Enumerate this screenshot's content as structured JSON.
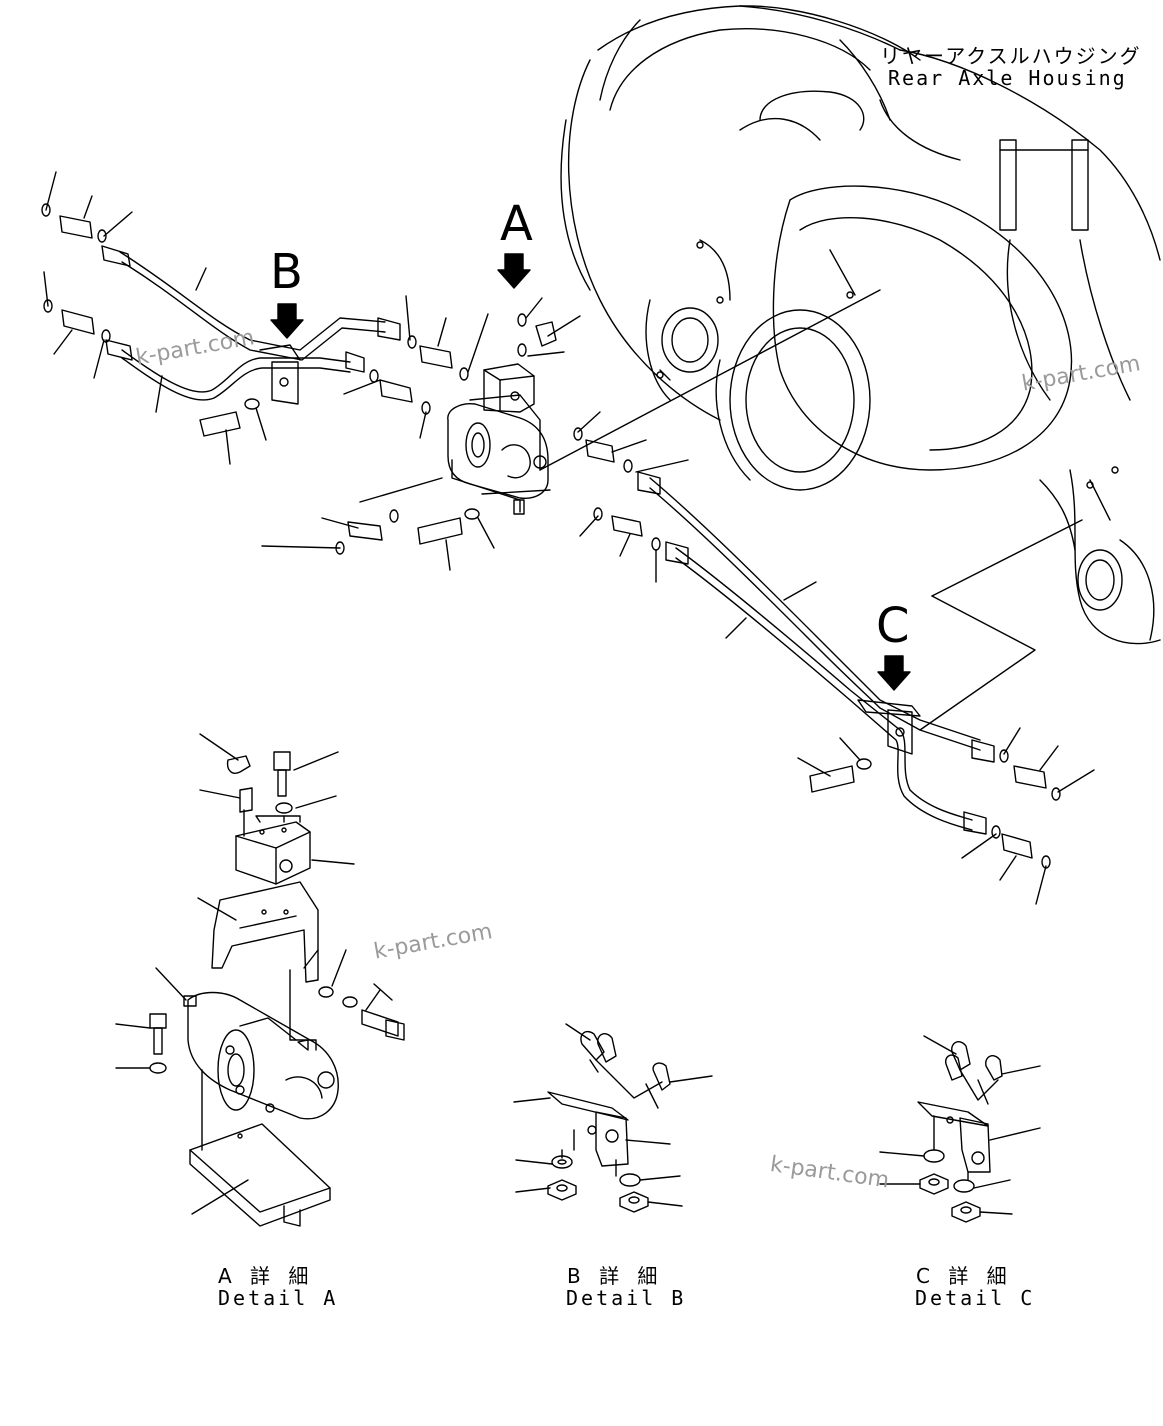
{
  "labels": {
    "housing_jp": "リヤーアクスルハウジング",
    "housing_en": "Rear Axle Housing",
    "view_a": "A",
    "view_b": "B",
    "view_c": "C"
  },
  "details": {
    "a_jp": "A 詳 細",
    "a_en": "Detail A",
    "b_jp": "B 詳 細",
    "b_en": "Detail B",
    "c_jp": "C 詳 細",
    "c_en": "Detail C"
  },
  "watermarks": [
    "k-part.com",
    "k-part.com",
    "k-part.com",
    "k-part.com"
  ],
  "colors": {
    "line": "#000000",
    "watermark": "#9a9a9a",
    "background": "#ffffff"
  }
}
